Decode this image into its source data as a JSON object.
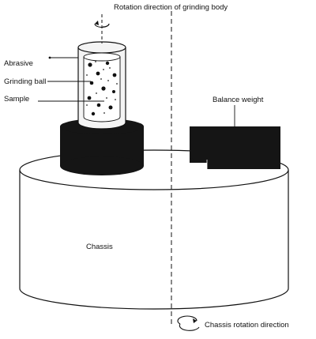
{
  "diagram": {
    "labels": {
      "rotation_body": "Rotation direction of grinding body",
      "abrasive": "Abrasive",
      "grinding_ball": "Grinding ball",
      "sample": "Sample",
      "balance_weight": "Balance weight",
      "chassis": "Chassis",
      "chassis_rotation": "Chassis rotation direction"
    },
    "colors": {
      "stroke": "#111111",
      "block_fill": "#151515",
      "background": "#ffffff",
      "vial_fill": "#f4f4f4"
    }
  }
}
